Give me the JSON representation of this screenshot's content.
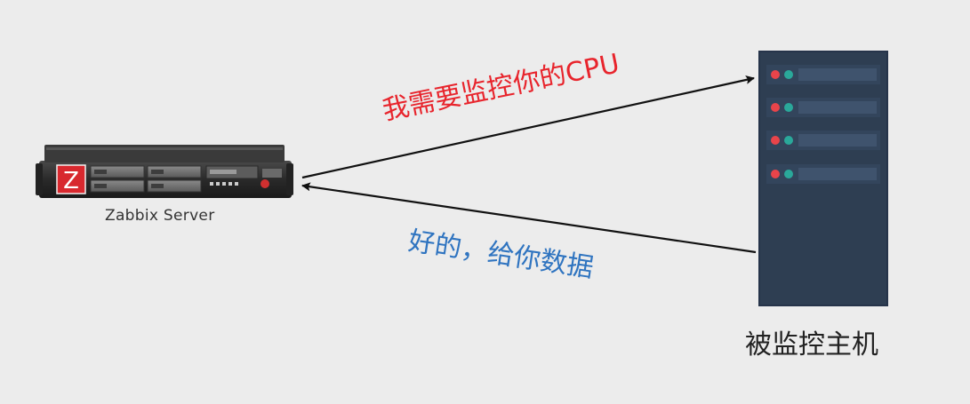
{
  "nodes": {
    "zabbix_server": {
      "label": "Zabbix Server",
      "logo_letter": "Z",
      "icon": "rack-server-icon"
    },
    "monitored_host": {
      "label": "被监控主机",
      "icon": "tower-server-icon"
    }
  },
  "edges": {
    "request": {
      "label": "我需要监控你的CPU",
      "from": "zabbix_server",
      "to": "monitored_host"
    },
    "reply": {
      "label": "好的，给你数据",
      "from": "monitored_host",
      "to": "zabbix_server"
    }
  },
  "colors": {
    "background": "#ececec",
    "request_text": "#e8242c",
    "reply_text": "#2f74c0",
    "arrow": "#111111",
    "host_body": "#2e3e52",
    "host_slot": "#3d5068",
    "host_led_red": "#e8444a",
    "host_led_teal": "#2aa89a",
    "server_logo": "#d8282e"
  }
}
